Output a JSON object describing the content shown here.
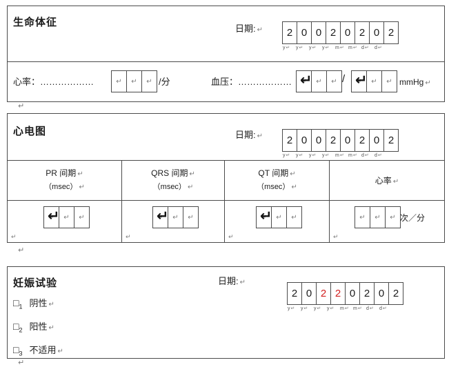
{
  "marks": {
    "pilcrow": "↵"
  },
  "colors": {
    "date_red": "#d22020",
    "border": "#4a4a4a",
    "mark_gray": "#7b7b7b"
  },
  "vitals": {
    "title": "生命体征",
    "date_label": "日期:",
    "date_digits": [
      "2",
      "0",
      "0",
      "2",
      "0",
      "2",
      "0",
      "2"
    ],
    "date_subs": [
      "y",
      "y",
      "y",
      "y",
      "m",
      "m",
      "d",
      "d"
    ],
    "heart_rate_label": "心率：………………",
    "heart_rate_unit": "/分",
    "blood_pressure_label": "血压：………………",
    "bp_slash": "/",
    "bp_unit": "mmHg"
  },
  "ecg": {
    "title": "心电图",
    "date_label": "日期:",
    "date_digits": [
      "2",
      "0",
      "0",
      "2",
      "0",
      "2",
      "0",
      "2"
    ],
    "date_subs": [
      "y",
      "y",
      "y",
      "y",
      "m",
      "m",
      "d",
      "d"
    ],
    "headers": [
      {
        "name": "PR 间期",
        "unit": "（msec）"
      },
      {
        "name": "QRS 间期",
        "unit": "（msec）"
      },
      {
        "name": "QT 间期",
        "unit": "（msec）"
      },
      {
        "name": "心率",
        "unit": ""
      }
    ],
    "rate_unit": "次／分"
  },
  "pregnancy": {
    "title": "妊娠试验",
    "date_label": "日期:",
    "date_digits": [
      "2",
      "0",
      "2",
      "2",
      "0",
      "2",
      "0",
      "2"
    ],
    "date_subs": [
      "y",
      "y",
      "y",
      "y",
      "m",
      "m",
      "d",
      "d"
    ],
    "options": [
      {
        "checkbox": "□",
        "sub": "1",
        "label": "阴性"
      },
      {
        "checkbox": "□",
        "sub": "2",
        "label": "阳性"
      },
      {
        "checkbox": "□",
        "sub": "3",
        "label": "不适用"
      }
    ]
  }
}
